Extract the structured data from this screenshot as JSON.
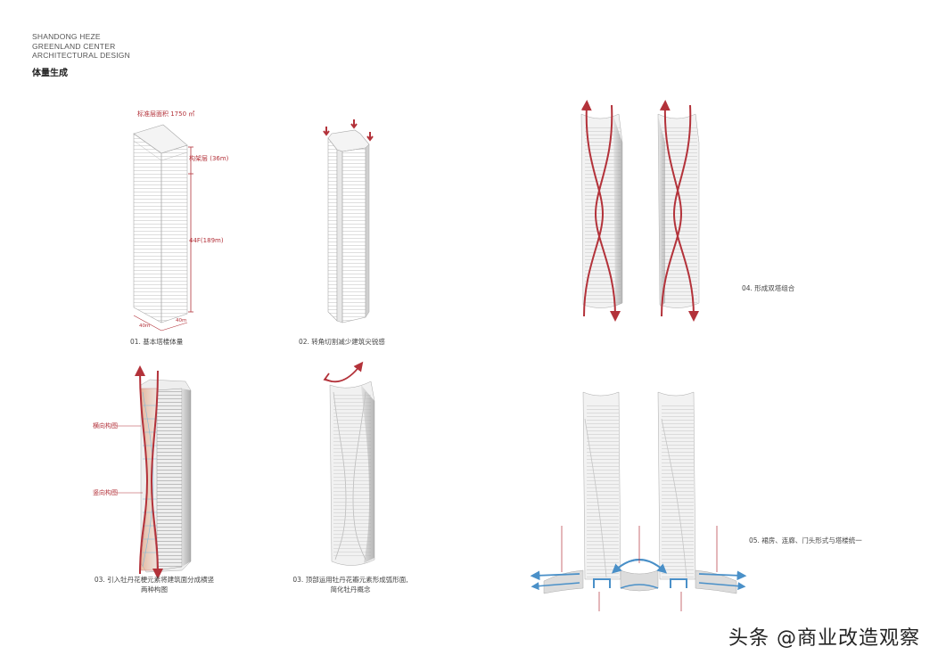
{
  "header": {
    "lines": [
      "SHANDONG HEZE",
      "GREENLAND CENTER",
      "ARCHITECTURAL DESIGN"
    ],
    "section_title": "体量生成"
  },
  "steps": {
    "s1": {
      "caption": "01. 基本塔楼体量",
      "annot_area": "标准层面积 1750 ㎡",
      "annot_crown": "构架层 (36m)",
      "annot_height": "44F(189m)",
      "dim_width": "40m",
      "dim_depth": "40m"
    },
    "s2": {
      "caption": "02. 转角切割减少建筑尖锐感"
    },
    "s3a": {
      "caption_line1": "03. 引入牡丹花梗元素将建筑面分成横竖",
      "caption_line2": "两种构图",
      "annot_horizontal": "横向构图",
      "annot_vertical": "竖向构图"
    },
    "s3b": {
      "caption_line1": "03. 顶部运用牡丹花瓣元素形成弧形面,",
      "caption_line2": "简化牡丹概念"
    },
    "s4": {
      "caption": "04. 形成双塔组合"
    },
    "s5": {
      "caption": "05. 裙房、连廊、门头形式与塔楼统一"
    }
  },
  "watermark": "头条 @商业改造观察",
  "colors": {
    "accent_red": "#b3323a",
    "accent_blue": "#4a90c8",
    "line_gray": "#9a9a9a"
  }
}
